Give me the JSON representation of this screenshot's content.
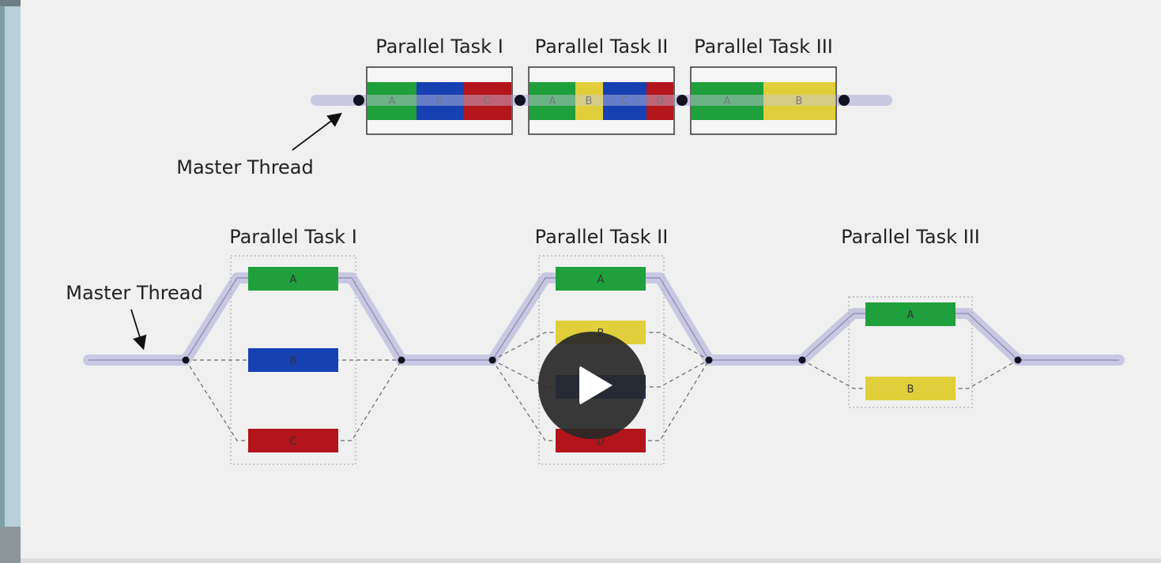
{
  "top_diagram": {
    "master_label": "Master Thread",
    "tasks": [
      {
        "title": "Parallel Task I",
        "segments": [
          "A",
          "B",
          "C"
        ]
      },
      {
        "title": "Parallel Task II",
        "segments": [
          "A",
          "B",
          "C",
          "D"
        ]
      },
      {
        "title": "Parallel Task III",
        "segments": [
          "A",
          "B"
        ]
      }
    ]
  },
  "bottom_diagram": {
    "master_label": "Master Thread",
    "tasks": [
      {
        "title": "Parallel Task I",
        "threads": [
          "A",
          "B",
          "C"
        ]
      },
      {
        "title": "Parallel Task II",
        "threads": [
          "A",
          "B",
          "C",
          "D"
        ]
      },
      {
        "title": "Parallel Task III",
        "threads": [
          "A",
          "B"
        ]
      }
    ]
  },
  "colors": {
    "A": "#1fa03c",
    "B": "#e0cf3a",
    "C": "#b2151b",
    "blue": "#1740b3",
    "track": "#c9c8e2",
    "node": "#111122"
  },
  "player": {
    "play_icon": "play-icon"
  }
}
